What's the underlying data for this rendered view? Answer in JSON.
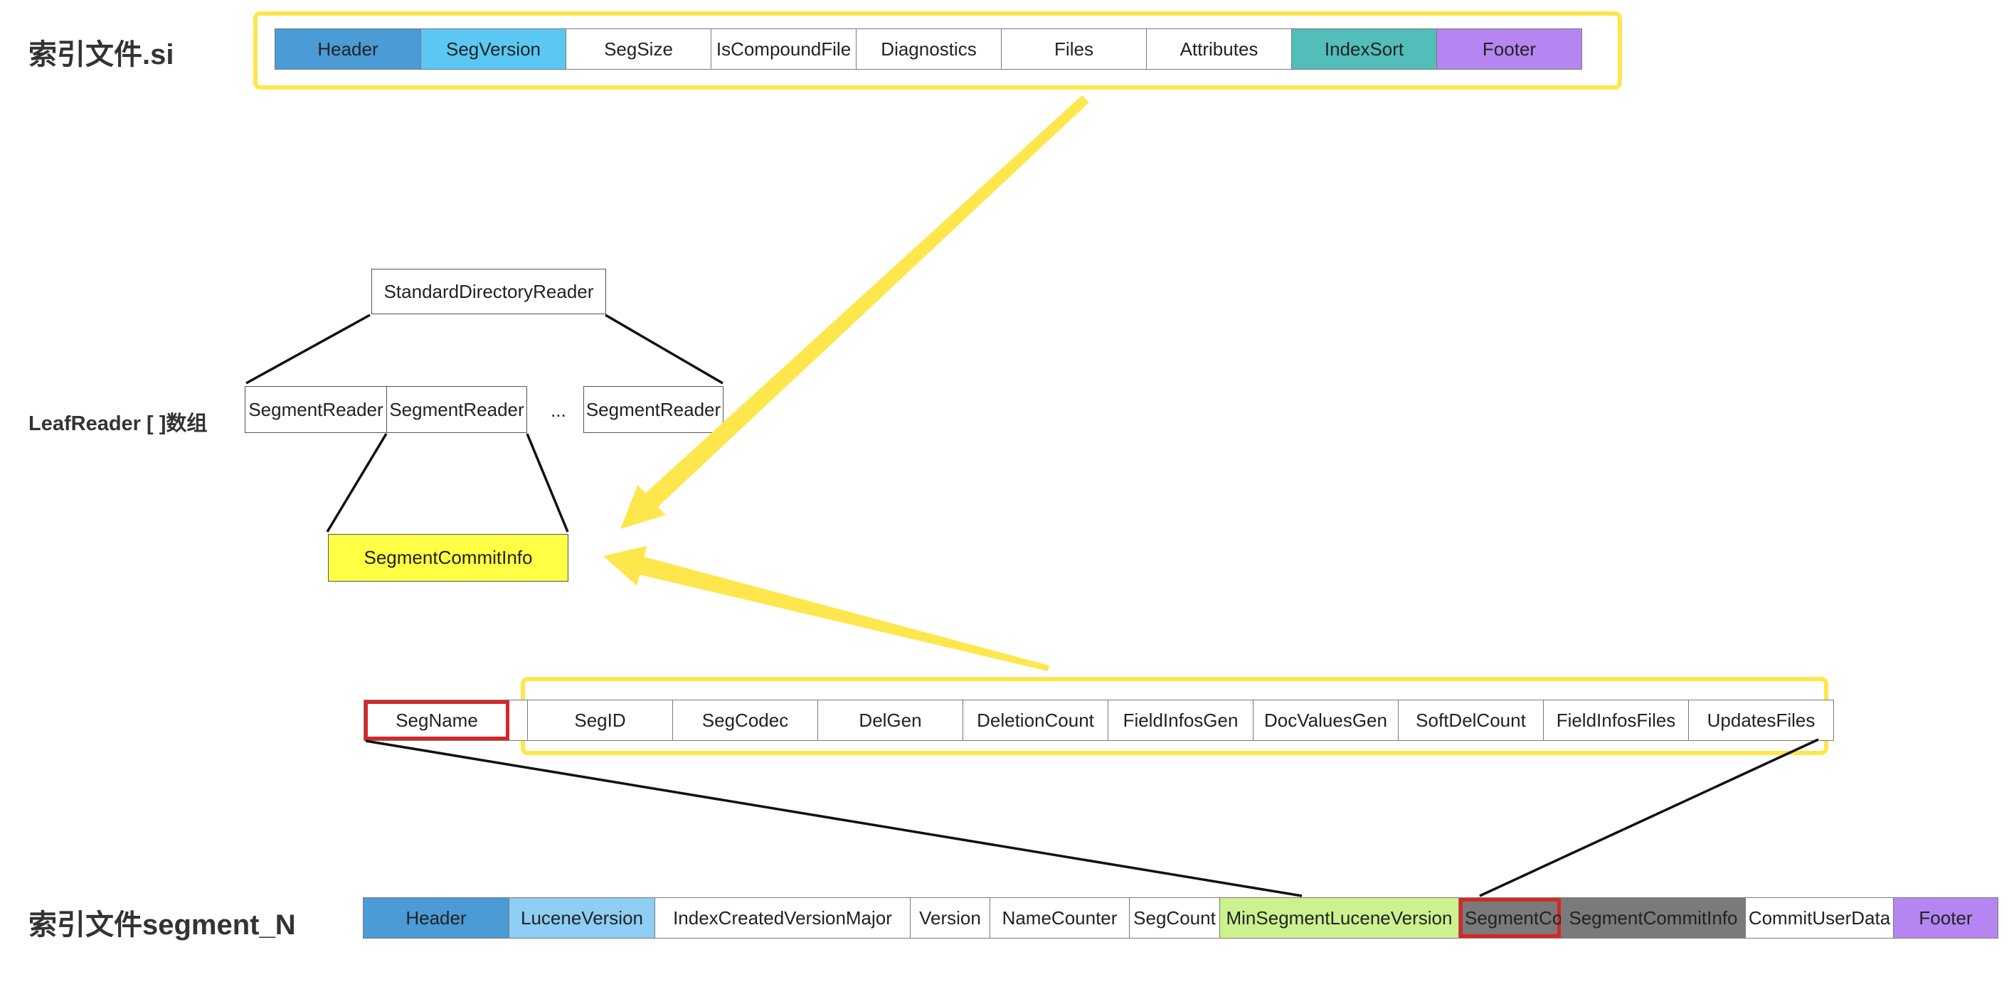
{
  "labels": {
    "si_file": "索引文件.si",
    "leafreader_array": "LeafReader [ ]数组",
    "segment_n_file": "索引文件segment_N"
  },
  "si_fields": [
    {
      "label": "Header",
      "color": "#4a9bd6"
    },
    {
      "label": "SegVersion",
      "color": "#5bc8f4"
    },
    {
      "label": "SegSize",
      "color": "#ffffff"
    },
    {
      "label": "IsCompoundFile",
      "color": "#ffffff"
    },
    {
      "label": "Diagnostics",
      "color": "#ffffff"
    },
    {
      "label": "Files",
      "color": "#ffffff"
    },
    {
      "label": "Attributes",
      "color": "#ffffff"
    },
    {
      "label": "IndexSort",
      "color": "#52bdb9"
    },
    {
      "label": "Footer",
      "color": "#b586f2"
    }
  ],
  "reader_tree": {
    "root": "StandardDirectoryReader",
    "children": [
      "SegmentReader",
      "SegmentReader",
      "SegmentReader"
    ],
    "ellipsis": "...",
    "commit_info": "SegmentCommitInfo",
    "commit_info_color": "#ffff45"
  },
  "segment_commit_fields": [
    {
      "label": "SegName",
      "highlight": "red"
    },
    {
      "label": "SegID"
    },
    {
      "label": "SegCodec"
    },
    {
      "label": "DelGen"
    },
    {
      "label": "DeletionCount"
    },
    {
      "label": "FieldInfosGen"
    },
    {
      "label": "DocValuesGen"
    },
    {
      "label": "SoftDelCount"
    },
    {
      "label": "FieldInfosFiles"
    },
    {
      "label": "UpdatesFiles"
    }
  ],
  "segment_n_fields": [
    {
      "label": "Header",
      "color": "#4a9bd6"
    },
    {
      "label": "LuceneVersion",
      "color": "#8ecdf4"
    },
    {
      "label": "IndexCreatedVersionMajor",
      "color": "#ffffff"
    },
    {
      "label": "Version",
      "color": "#ffffff"
    },
    {
      "label": "NameCounter",
      "color": "#ffffff"
    },
    {
      "label": "SegCount",
      "color": "#ffffff"
    },
    {
      "label": "MinSegmentLuceneVersion",
      "color": "#ccf28f"
    },
    {
      "label": "SegmentCo",
      "color": "#7a7a7a",
      "highlight": "red"
    },
    {
      "label": "SegmentCommitInfo",
      "color": "#7a7a7a"
    },
    {
      "label": "CommitUserData",
      "color": "#ffffff"
    },
    {
      "label": "Footer",
      "color": "#b586f2"
    }
  ],
  "colors": {
    "highlight_yellow": "#fde74c",
    "highlight_red": "#d62728",
    "line": "#111111"
  }
}
